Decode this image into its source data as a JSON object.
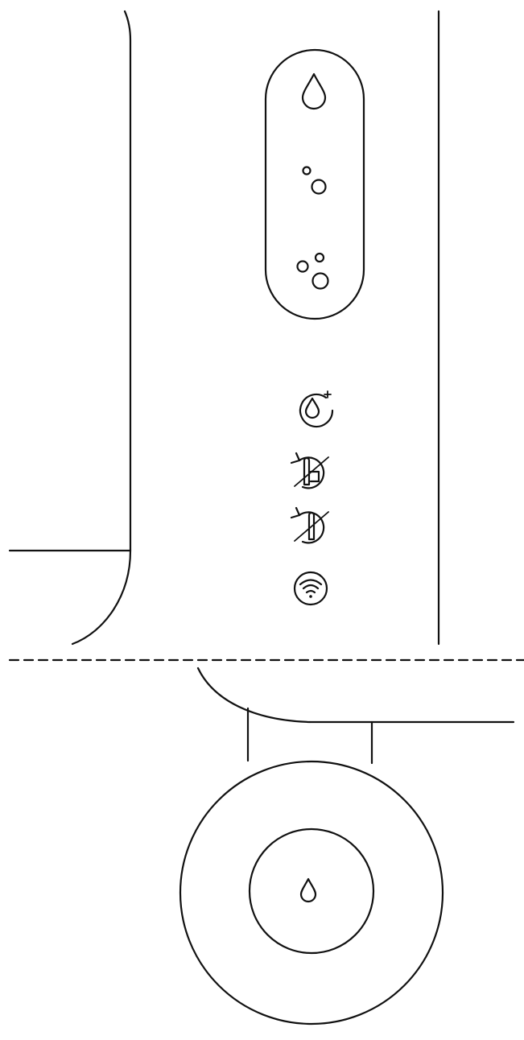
{
  "diagram": {
    "device": "water-dispenser-front-panel",
    "panel_buttons": [
      {
        "icon": "still-water-drop-icon",
        "kind": "still-water"
      },
      {
        "icon": "light-sparkling-bubbles-icon",
        "kind": "light-sparkling"
      },
      {
        "icon": "strong-sparkling-bubbles-icon",
        "kind": "strong-sparkling"
      }
    ],
    "status_indicators": [
      {
        "icon": "water-refill-indicator-icon",
        "kind": "refill"
      },
      {
        "icon": "filter-replace-indicator-1-icon",
        "kind": "filter-1"
      },
      {
        "icon": "filter-replace-indicator-2-icon",
        "kind": "filter-2"
      },
      {
        "icon": "wifi-indicator-icon",
        "kind": "wifi"
      }
    ],
    "dispense_button": {
      "icon": "dispense-water-drop-icon",
      "kind": "dispense"
    },
    "colors": {
      "stroke": "#111111",
      "background": "#ffffff"
    }
  }
}
